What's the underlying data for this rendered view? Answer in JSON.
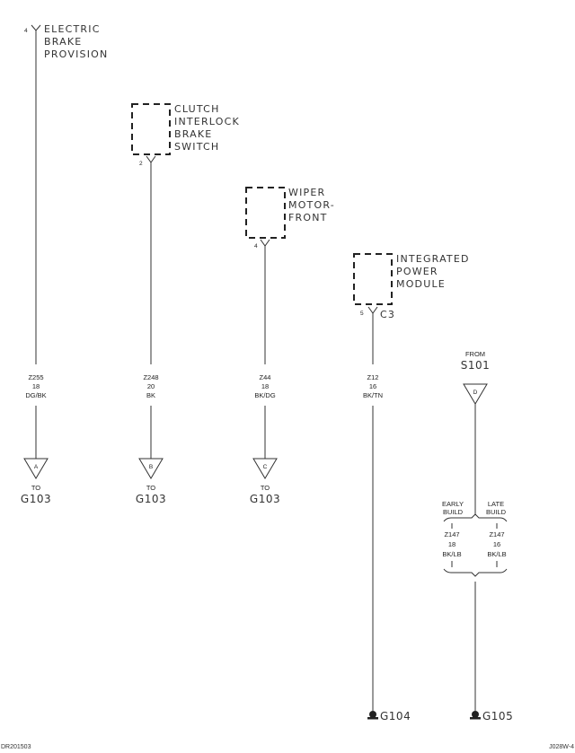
{
  "diagram": {
    "footer_left": "DR201503",
    "footer_right": "J028W-4",
    "components": [
      {
        "pin": "4",
        "name_lines": [
          "ELECTRIC",
          "BRAKE",
          "PROVISION"
        ],
        "has_box": false
      },
      {
        "pin": "2",
        "name_lines": [
          "CLUTCH",
          "INTERLOCK",
          "BRAKE",
          "SWITCH"
        ],
        "has_box": true
      },
      {
        "pin": "4",
        "name_lines": [
          "WIPER",
          "MOTOR-",
          "FRONT"
        ],
        "has_box": true
      },
      {
        "pin": "5",
        "connector": "C3",
        "name_lines": [
          "INTEGRATED",
          "POWER",
          "MODULE"
        ],
        "has_box": true
      }
    ],
    "wires": [
      {
        "circuit": "Z255",
        "gauge": "18",
        "color": "DG/BK"
      },
      {
        "circuit": "Z248",
        "gauge": "20",
        "color": "BK"
      },
      {
        "circuit": "Z44",
        "gauge": "18",
        "color": "BK/DG"
      },
      {
        "circuit": "Z12",
        "gauge": "16",
        "color": "BK/TN"
      }
    ],
    "splices_out": [
      {
        "letter": "A",
        "to_label": "TO",
        "dest": "G103"
      },
      {
        "letter": "B",
        "to_label": "TO",
        "dest": "G103"
      },
      {
        "letter": "C",
        "to_label": "TO",
        "dest": "G103"
      }
    ],
    "splice_in": {
      "from_label": "FROM",
      "source": "S101",
      "letter": "D"
    },
    "builds": [
      {
        "label_lines": [
          "EARLY",
          "BUILD"
        ],
        "circuit": "Z147",
        "gauge": "18",
        "color": "BK/LB"
      },
      {
        "label_lines": [
          "LATE",
          "BUILD"
        ],
        "circuit": "Z147",
        "gauge": "16",
        "color": "BK/LB"
      }
    ],
    "grounds": [
      {
        "name": "G104"
      },
      {
        "name": "G105"
      }
    ]
  }
}
